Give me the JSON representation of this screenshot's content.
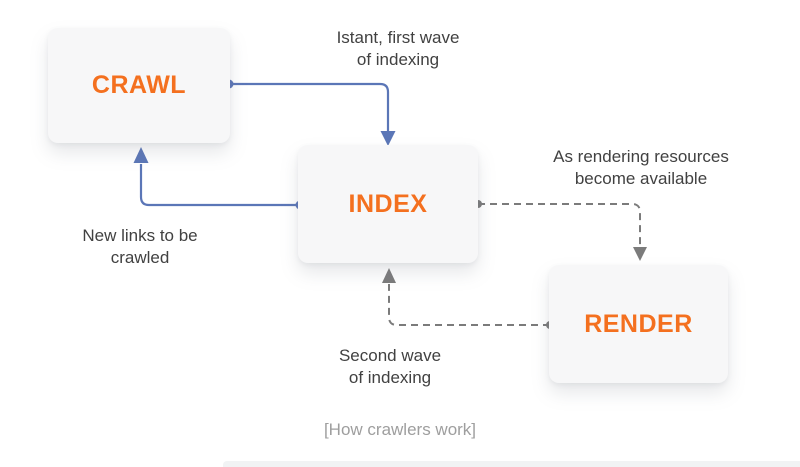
{
  "diagram": {
    "title_caption": "[How crawlers work]",
    "nodes": [
      {
        "id": "crawl",
        "label": "CRAWL"
      },
      {
        "id": "index",
        "label": "INDEX"
      },
      {
        "id": "render",
        "label": "RENDER"
      }
    ],
    "edges": [
      {
        "from": "crawl",
        "to": "index",
        "style": "solid-blue",
        "label": "Istant, first wave\nof indexing"
      },
      {
        "from": "index",
        "to": "crawl",
        "style": "solid-blue",
        "label": "New links to be\ncrawled"
      },
      {
        "from": "index",
        "to": "render",
        "style": "dashed-gray",
        "label": "As rendering resources\nbecome available"
      },
      {
        "from": "render",
        "to": "index",
        "style": "dashed-gray",
        "label": "Second wave\nof indexing"
      }
    ],
    "colors": {
      "node_label": "#F4701F",
      "solid_arrow": "#5B76B7",
      "dashed_arrow": "#7B7B7B",
      "annotation_text": "#414141",
      "caption_text": "#9E9E9E",
      "node_bg": "#F7F7F8"
    }
  }
}
